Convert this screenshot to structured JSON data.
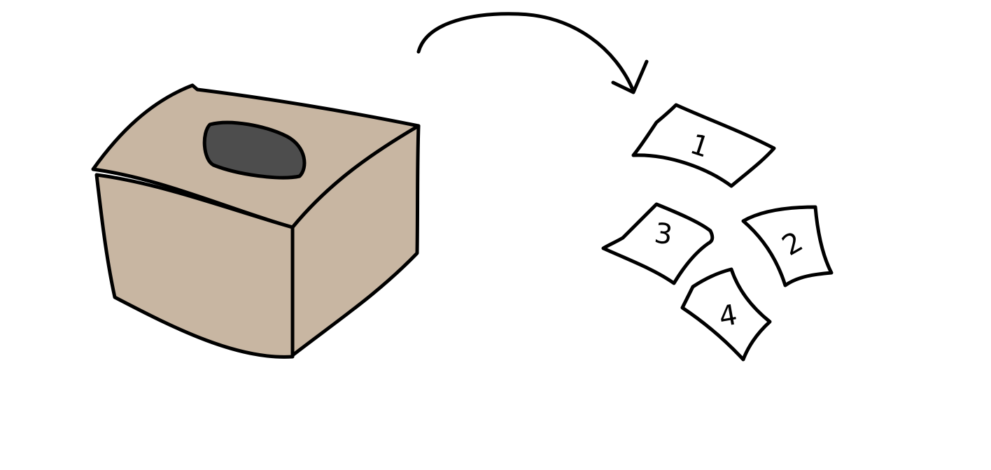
{
  "colors": {
    "box_fill": "#c8b6a2",
    "slot_fill": "#4d4d4d",
    "ink": "#000000",
    "paper": "#ffffff",
    "background": "#ffffff"
  },
  "slips": [
    {
      "label": "1"
    },
    {
      "label": "2"
    },
    {
      "label": "3"
    },
    {
      "label": "4"
    }
  ]
}
